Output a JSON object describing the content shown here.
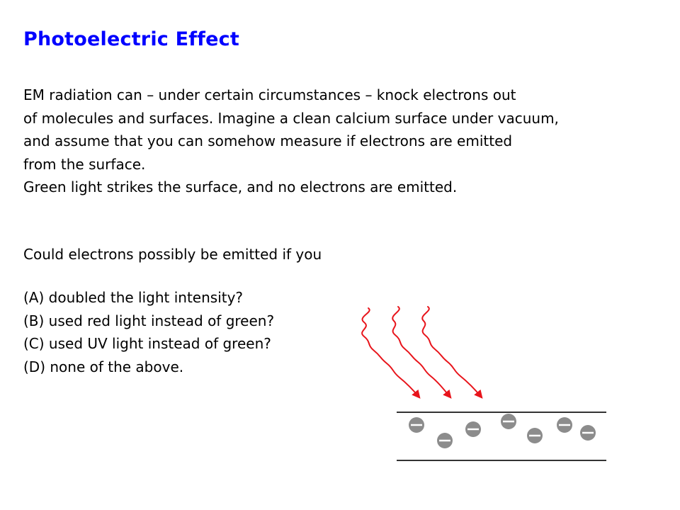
{
  "title": "Photoelectric Effect",
  "intro_lines": [
    "EM radiation can – under certain circumstances – knock electrons out",
    "of molecules and surfaces. Imagine a clean calcium surface under vacuum,",
    "and assume that you can somehow measure if electrons are emitted",
    "from the surface.",
    "Green light strikes the surface, and no electrons are emitted."
  ],
  "question": "Could electrons possibly be emitted if you",
  "options": [
    "(A) doubled the light intensity?",
    "(B) used red light instead of green?",
    "(C) used UV light instead of green?",
    "(D) none of the above."
  ],
  "colors": {
    "title": "#0000ff",
    "light_ray": "#e8141b",
    "surface_line": "#333333",
    "electron": "#8c8c8c"
  },
  "figure_icons": [
    "wavy-light-ray-icon",
    "electron-icon"
  ]
}
